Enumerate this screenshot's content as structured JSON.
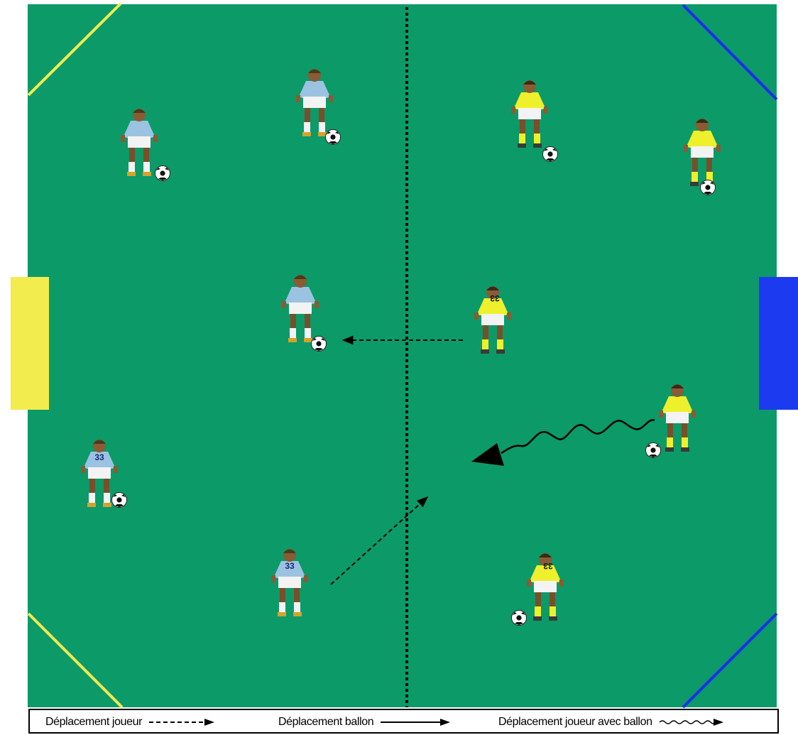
{
  "field": {
    "colors": {
      "grass": "#0b9a68",
      "team_light_blue": "#9cc2e2",
      "team_yellow": "#f0f02a",
      "goal_yellow": "#f2ec4e",
      "goal_blue": "#1c3bf0",
      "corner_yellow": "#f2ec4e",
      "corner_blue": "#1c2ef0",
      "center_line": "#000000"
    },
    "players": [
      {
        "team": "light-blue",
        "jersey": "",
        "has_ball": true
      },
      {
        "team": "light-blue",
        "jersey": "",
        "has_ball": true
      },
      {
        "team": "light-blue",
        "jersey": "",
        "has_ball": true
      },
      {
        "team": "light-blue",
        "jersey": "33",
        "has_ball": true
      },
      {
        "team": "light-blue",
        "jersey": "33",
        "has_ball": false
      },
      {
        "team": "yellow",
        "jersey": "",
        "has_ball": true
      },
      {
        "team": "yellow",
        "jersey": "",
        "has_ball": true
      },
      {
        "team": "yellow",
        "jersey": "33",
        "has_ball": false
      },
      {
        "team": "yellow",
        "jersey": "",
        "has_ball": true
      },
      {
        "team": "yellow",
        "jersey": "33",
        "has_ball": true
      }
    ]
  },
  "legend": {
    "player_move": "Déplacement joueur",
    "ball_move": "Déplacement ballon",
    "dribble": "Déplacement joueur avec ballon"
  }
}
